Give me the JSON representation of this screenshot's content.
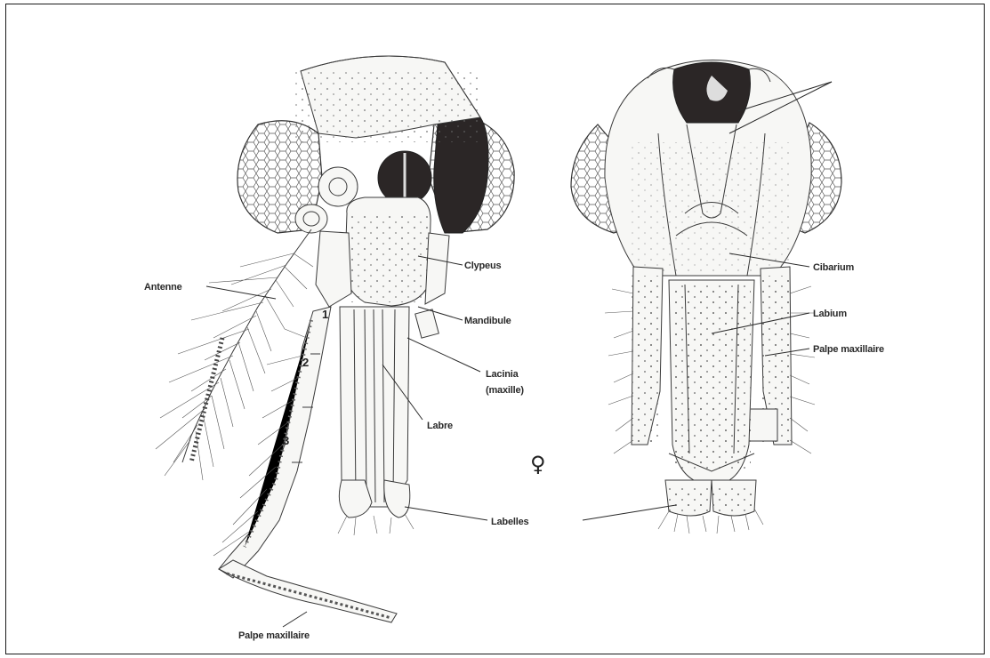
{
  "figure": {
    "labels": {
      "antenne": "Antenne",
      "clypeus": "Clypeus",
      "mandibule": "Mandibule",
      "lacinia": "Lacinia",
      "maxille": "(maxille)",
      "labre": "Labre",
      "labelles": "Labelles",
      "palpe_maxillaire_left": "Palpe maxillaire",
      "cibarium": "Cibarium",
      "labium": "Labium",
      "palpe_maxillaire_right": "Palpe maxillaire"
    },
    "segment_numbers": [
      "1",
      "2",
      "3"
    ],
    "sex_symbol": "♀"
  }
}
